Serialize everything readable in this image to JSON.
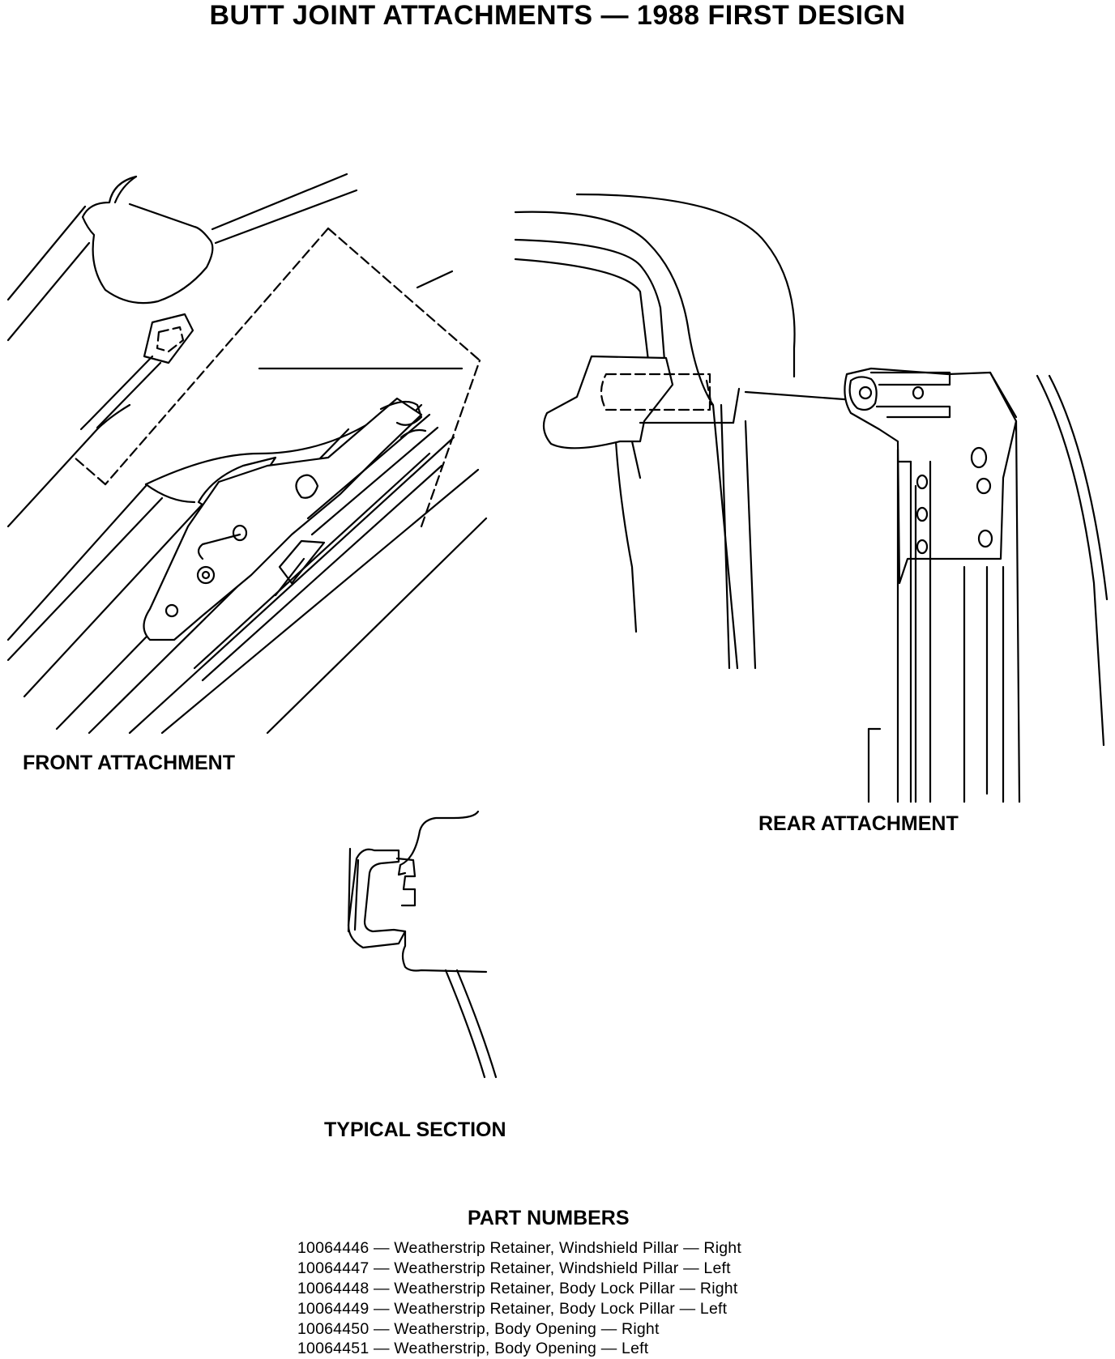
{
  "title": "BUTT JOINT ATTACHMENTS — 1988 FIRST DESIGN",
  "captions": {
    "front": "FRONT ATTACHMENT",
    "rear": "REAR ATTACHMENT",
    "section": "TYPICAL SECTION"
  },
  "parts": {
    "heading": "PART NUMBERS",
    "items": [
      "10064446 — Weatherstrip Retainer, Windshield Pillar — Right",
      "10064447 — Weatherstrip Retainer, Windshield Pillar — Left",
      "10064448 — Weatherstrip Retainer, Body Lock Pillar — Right",
      "10064449 — Weatherstrip Retainer, Body Lock Pillar — Left",
      "10064450 — Weatherstrip, Body Opening — Right",
      "10064451 — Weatherstrip, Body Opening — Left"
    ]
  }
}
